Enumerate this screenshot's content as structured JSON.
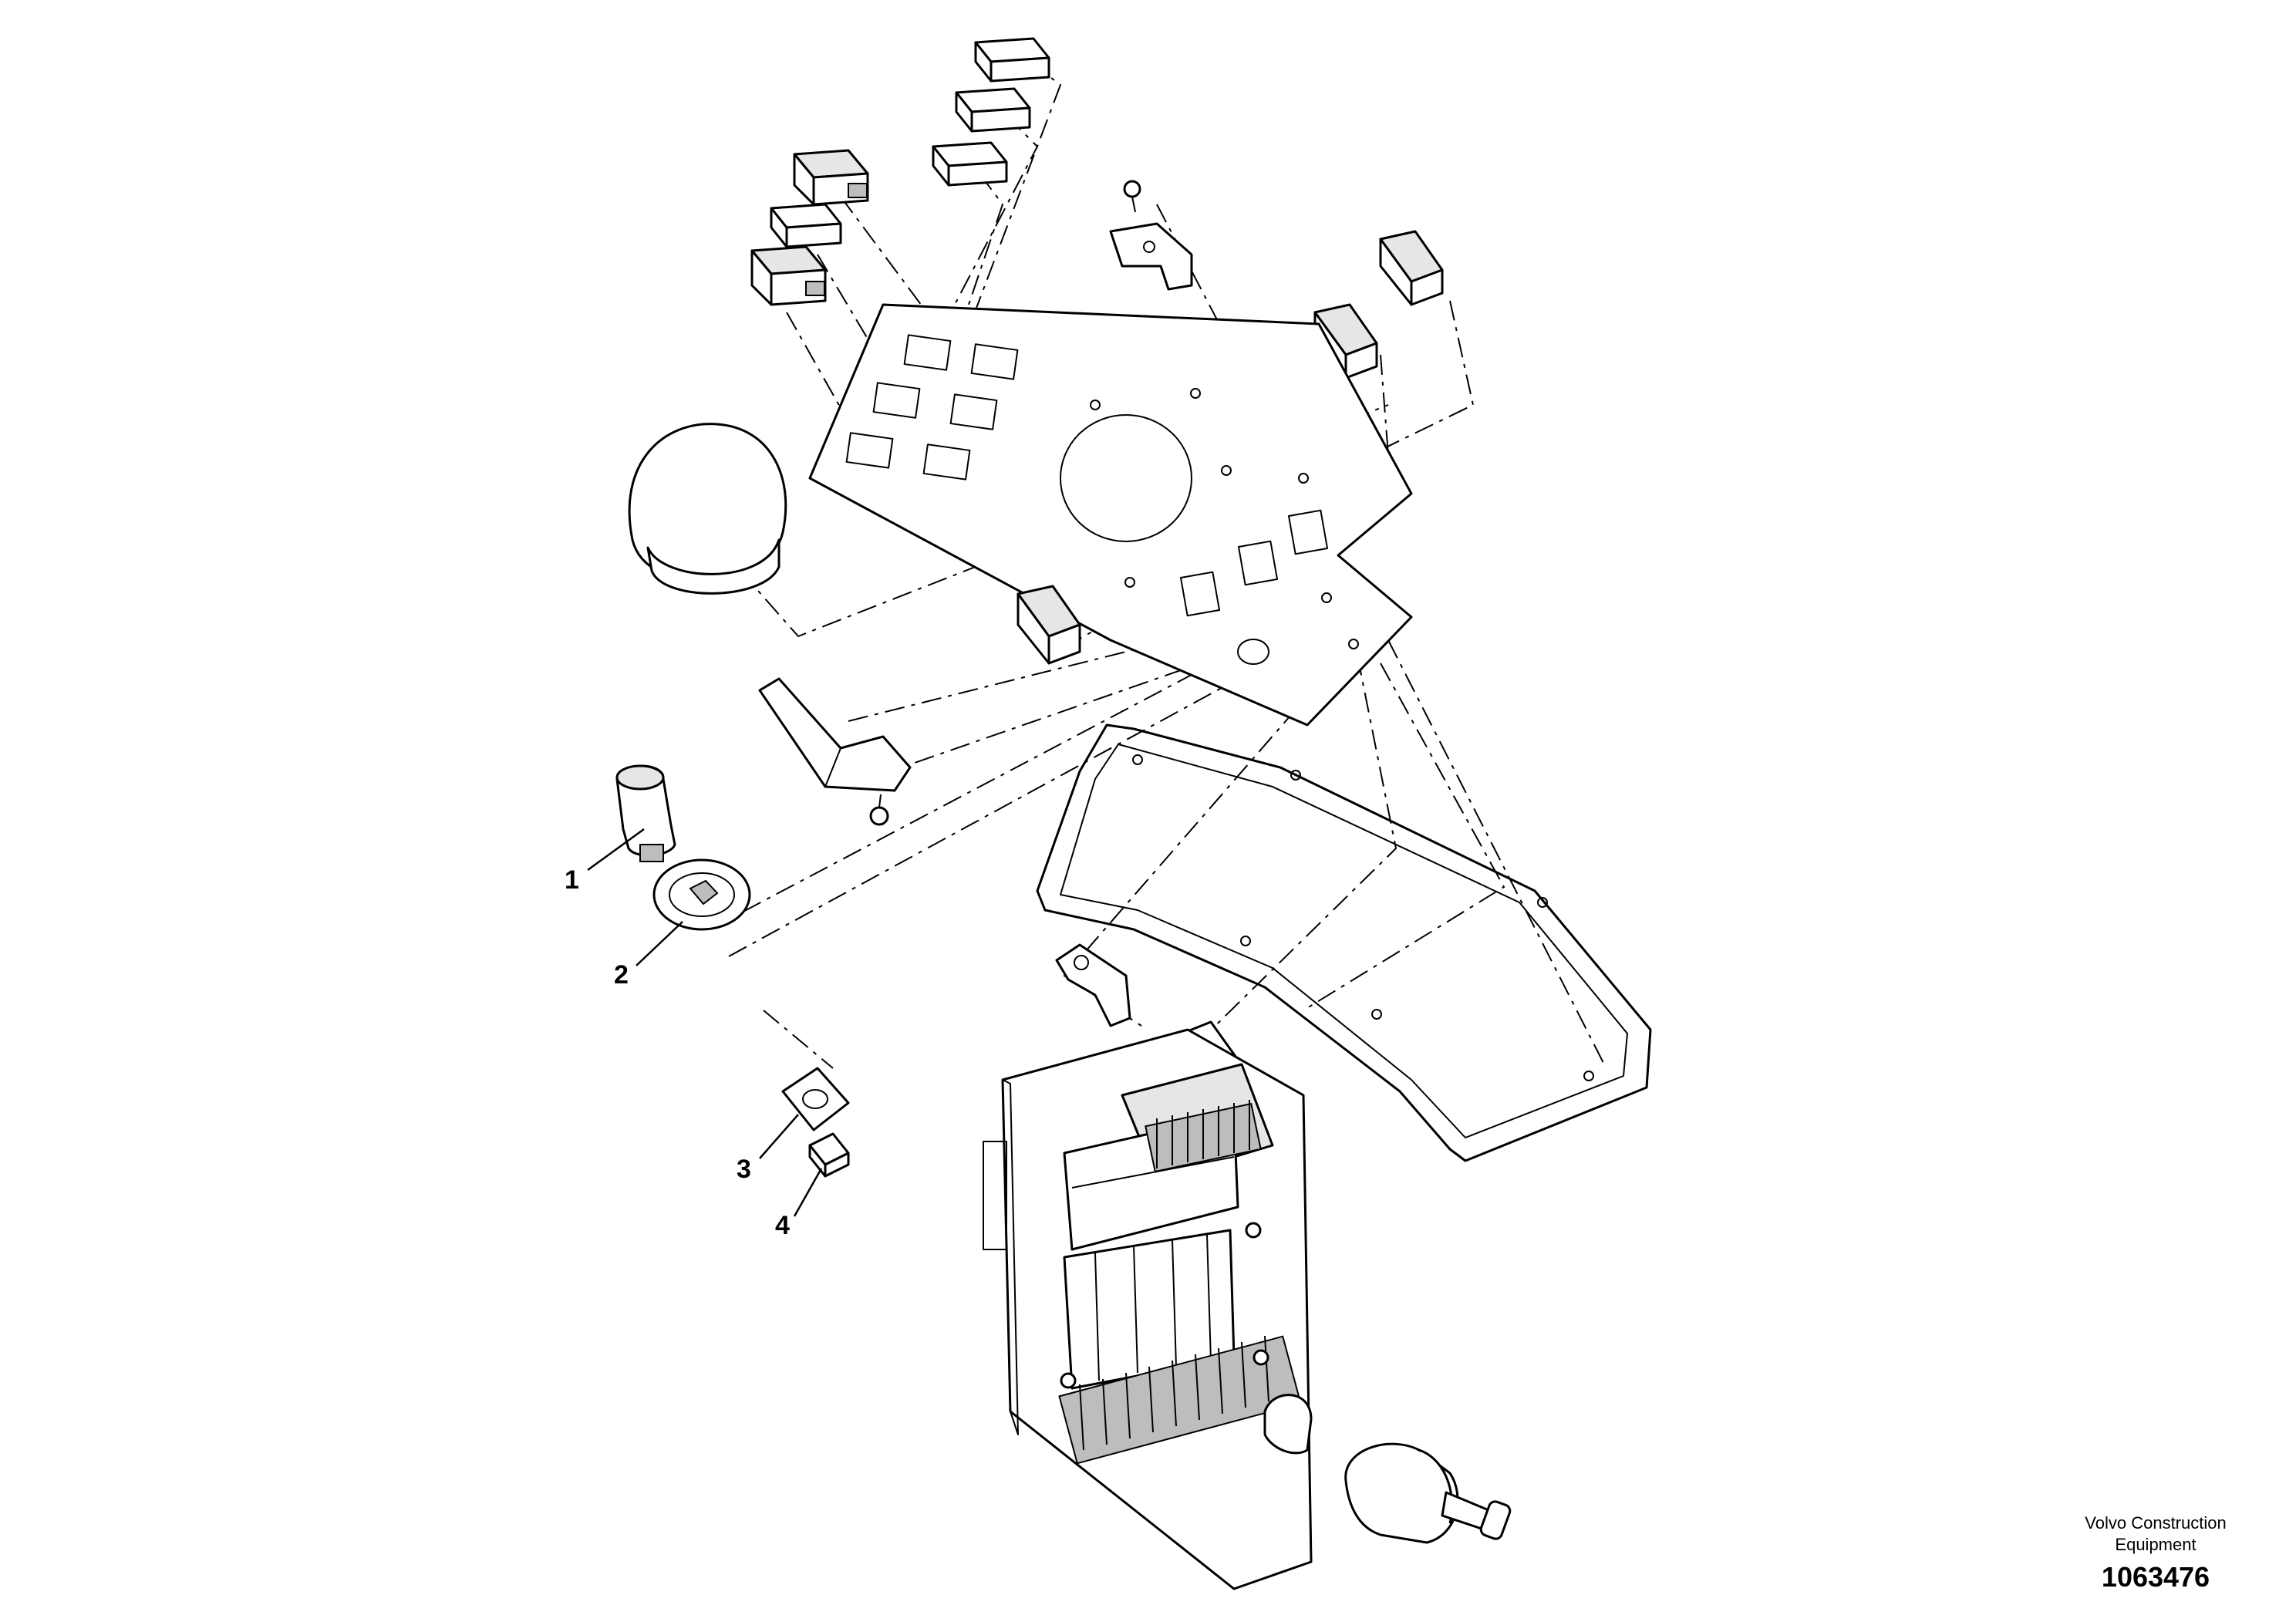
{
  "callouts": [
    {
      "label": "1"
    },
    {
      "label": "2"
    },
    {
      "label": "3"
    },
    {
      "label": "4"
    }
  ],
  "brand": {
    "line1": "Volvo Construction",
    "line2": "Equipment"
  },
  "document_number": "1063476"
}
